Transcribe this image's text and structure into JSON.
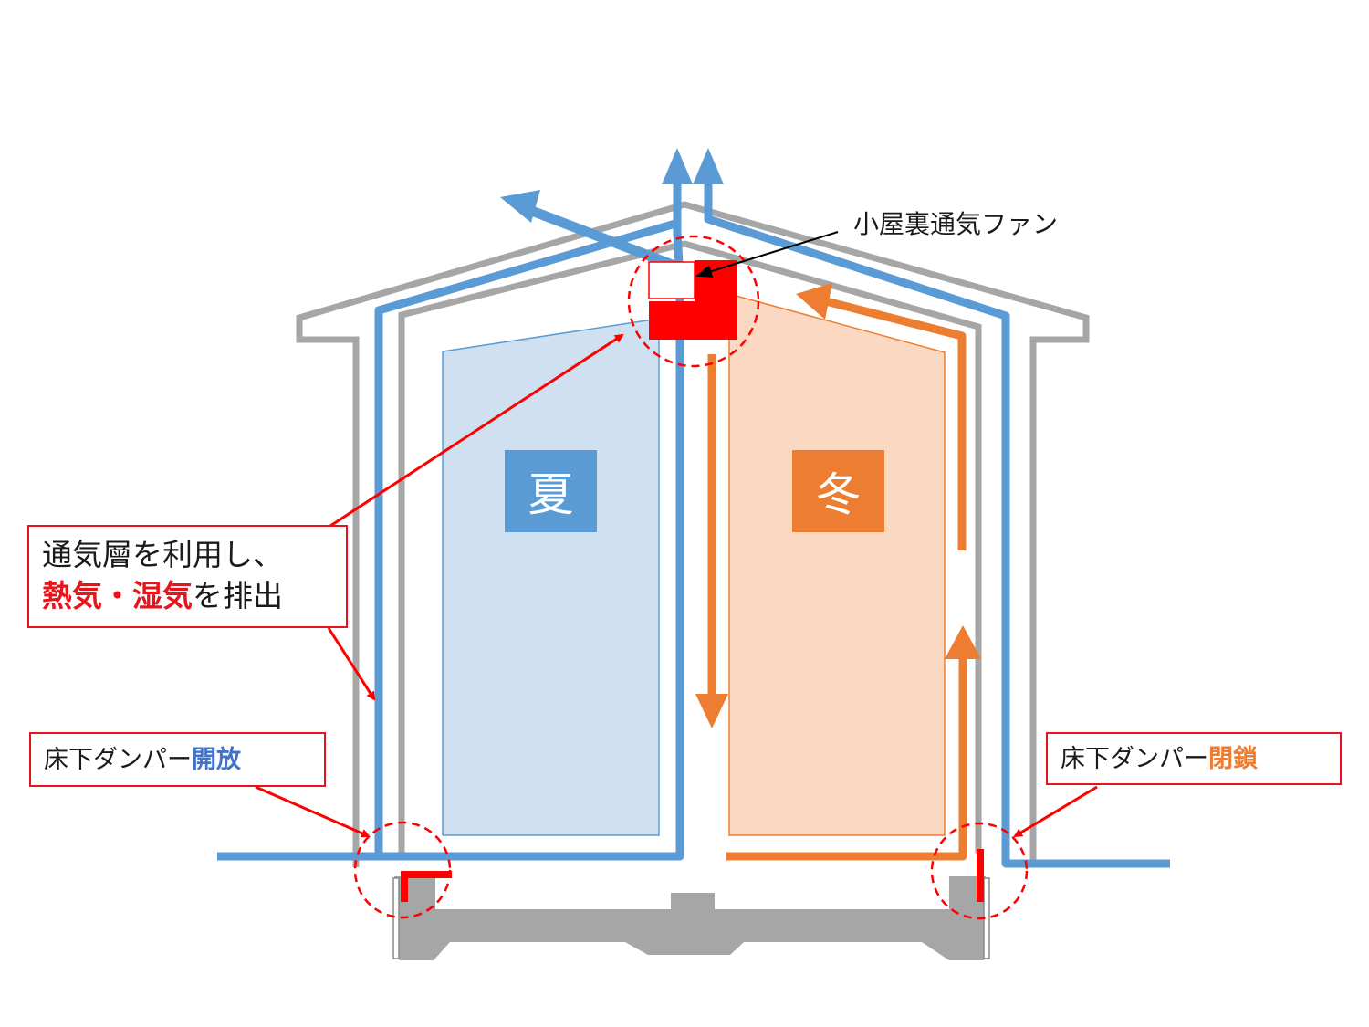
{
  "fan_label": "小屋裏通気ファン",
  "seasons": {
    "summer": "夏",
    "winter": "冬"
  },
  "callout_main": {
    "line1": "通気層を利用し、",
    "hot_air": "熱気",
    "separator": "・",
    "humid_air": "湿気",
    "suffix": "を排出"
  },
  "damper_left": {
    "prefix": "床下ダンパー",
    "state": "開放"
  },
  "damper_right": {
    "prefix": "床下ダンパー",
    "state": "閉鎖"
  },
  "colors": {
    "summer_blue": "#5b9bd5",
    "summer_fill": "#cfe0f1",
    "winter_orange": "#ed7d31",
    "winter_fill": "#fad8c1",
    "wall_gray": "#a6a6a6",
    "accent_red": "#ff0000",
    "callout_red": "#e8141c"
  }
}
